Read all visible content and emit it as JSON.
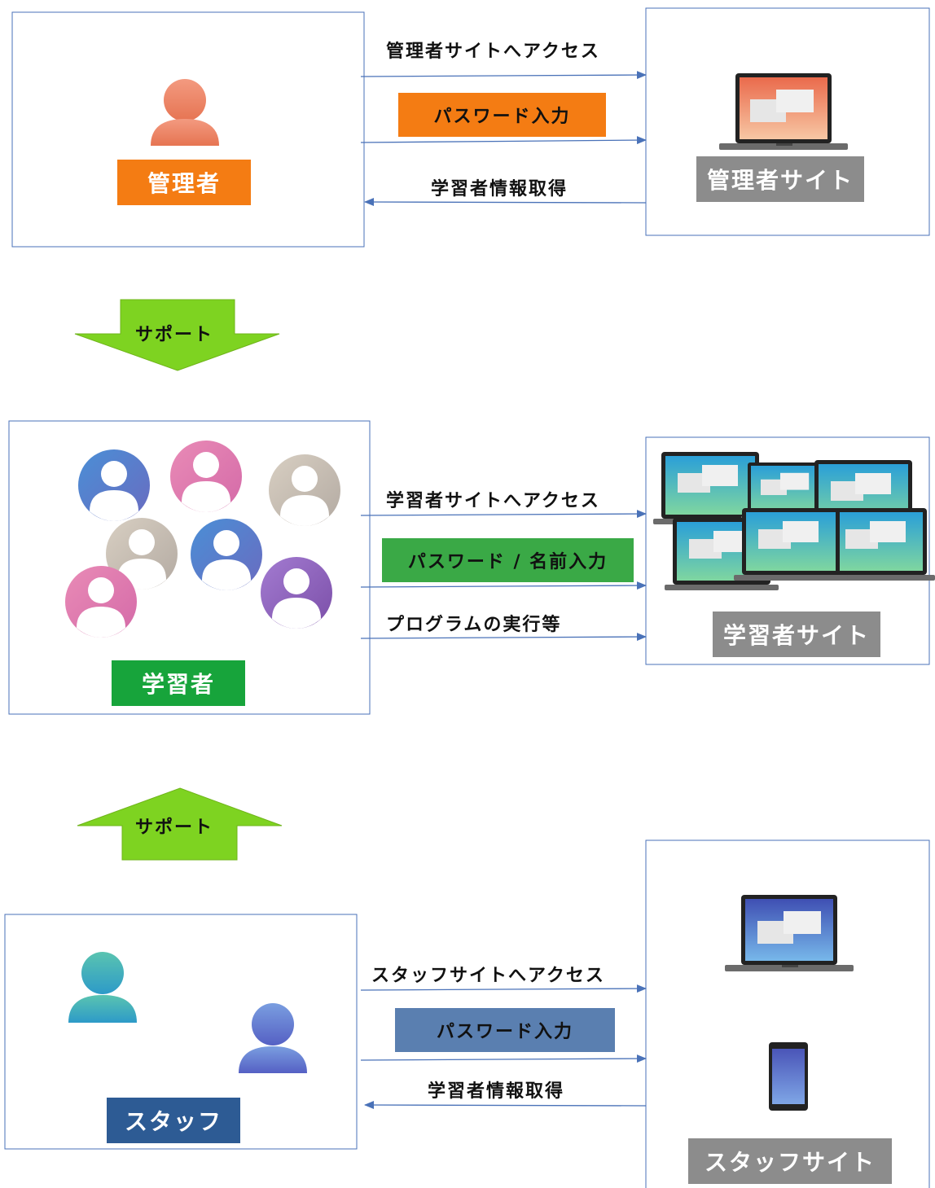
{
  "admin": {
    "label": "管理者",
    "site_label": "管理者サイト",
    "flow_access": "管理者サイトへアクセス",
    "flow_password": "パスワード入力",
    "flow_get": "学習者情報取得"
  },
  "support_down": "サポート",
  "learner": {
    "label": "学習者",
    "site_label": "学習者サイト",
    "flow_access": "学習者サイトへアクセス",
    "flow_password": "パスワード / 名前入力",
    "flow_run": "プログラムの実行等"
  },
  "support_up": "サポート",
  "staff": {
    "label": "スタッフ",
    "site_label": "スタッフサイト",
    "flow_access": "スタッフサイトへアクセス",
    "flow_password": "パスワード入力",
    "flow_get": "学習者情報取得"
  },
  "colors": {
    "admin_accent": "#f47c13",
    "learner_accent": "#17a43b",
    "staff_accent": "#2d5b94",
    "staff_password": "#5a7fb0",
    "site_label_bg": "#8c8c8c",
    "support_arrow": "#7ed321",
    "connector": "#4a72b8"
  },
  "icons": {
    "admin_person": "person-icon",
    "admin_site": "laptop-icon",
    "learner_people": "avatar-group-icon",
    "learner_site": "laptop-group-icon",
    "staff_people": "person-icon",
    "staff_site_laptop": "laptop-icon",
    "staff_site_tablet": "tablet-icon"
  }
}
